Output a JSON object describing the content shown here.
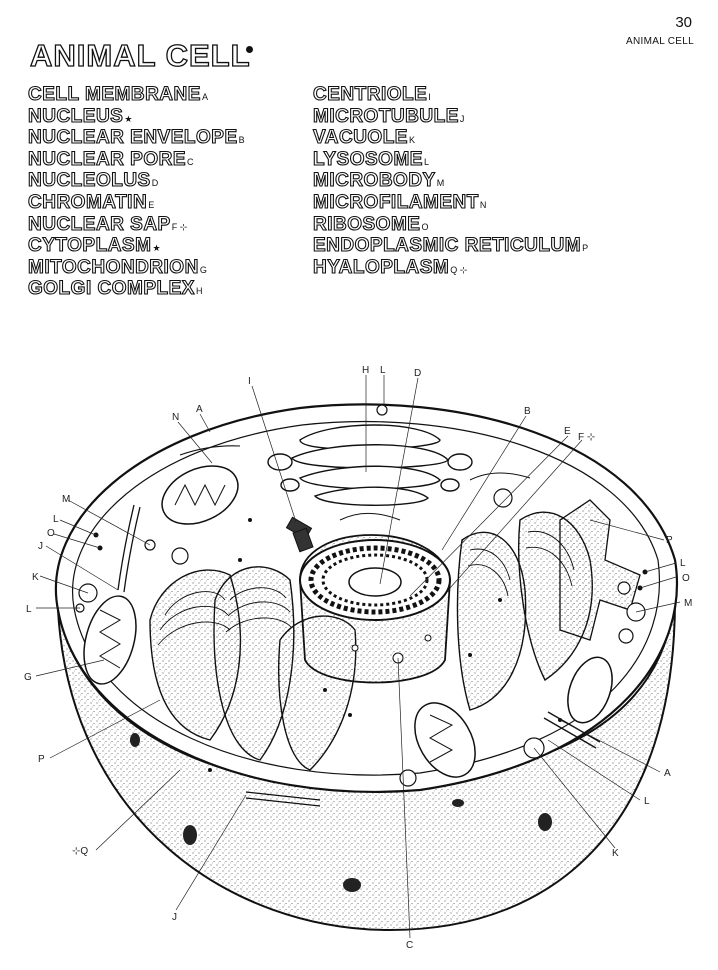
{
  "header": {
    "page_number": "30",
    "section": "ANIMAL CELL"
  },
  "title": "ANIMAL CELL",
  "terms_left": [
    {
      "name": "CELL MEMBRANE",
      "mark": "A"
    },
    {
      "name": "NUCLEUS",
      "mark": "★"
    },
    {
      "name": "NUCLEAR ENVELOPE",
      "mark": "B"
    },
    {
      "name": "NUCLEAR PORE",
      "mark": "C"
    },
    {
      "name": "NUCLEOLUS",
      "mark": "D"
    },
    {
      "name": "CHROMATIN",
      "mark": "E"
    },
    {
      "name": "NUCLEAR SAP",
      "mark": "F ⊹"
    },
    {
      "name": "CYTOPLASM",
      "mark": "★"
    },
    {
      "name": "MITOCHONDRION",
      "mark": "G"
    },
    {
      "name": "GOLGI COMPLEX",
      "mark": "H"
    }
  ],
  "terms_right": [
    {
      "name": "CENTRIOLE",
      "mark": "I"
    },
    {
      "name": "MICROTUBULE",
      "mark": "J"
    },
    {
      "name": "VACUOLE",
      "mark": "K"
    },
    {
      "name": "LYSOSOME",
      "mark": "L"
    },
    {
      "name": "MICROBODY",
      "mark": "M"
    },
    {
      "name": "MICROFILAMENT",
      "mark": "N"
    },
    {
      "name": "RIBOSOME",
      "mark": "O"
    },
    {
      "name": "ENDOPLASMIC RETICULUM",
      "mark": "P"
    },
    {
      "name": "HYALOPLASM",
      "mark": "Q ⊹"
    }
  ],
  "diagram_labels": {
    "top_H": "H",
    "top_L": "L",
    "top_D": "D",
    "top_I": "I",
    "top_N": "N",
    "top_A": "A",
    "B": "B",
    "EF": "E",
    "F": "F ⊹",
    "left_M": "M",
    "left_L": "L",
    "left_O": "O",
    "left_J": "J",
    "left_K": "K",
    "left_L2": "L",
    "left_G": "G",
    "left_P": "P",
    "right_P": "P",
    "right_L": "L",
    "right_O": "O",
    "right_M": "M",
    "bottom_right_A": "A",
    "bottom_right_L": "L",
    "bottom_right_K": "K",
    "bottom_Q": "⊹Q",
    "bottom_J": "J",
    "bottom_C": "C"
  }
}
